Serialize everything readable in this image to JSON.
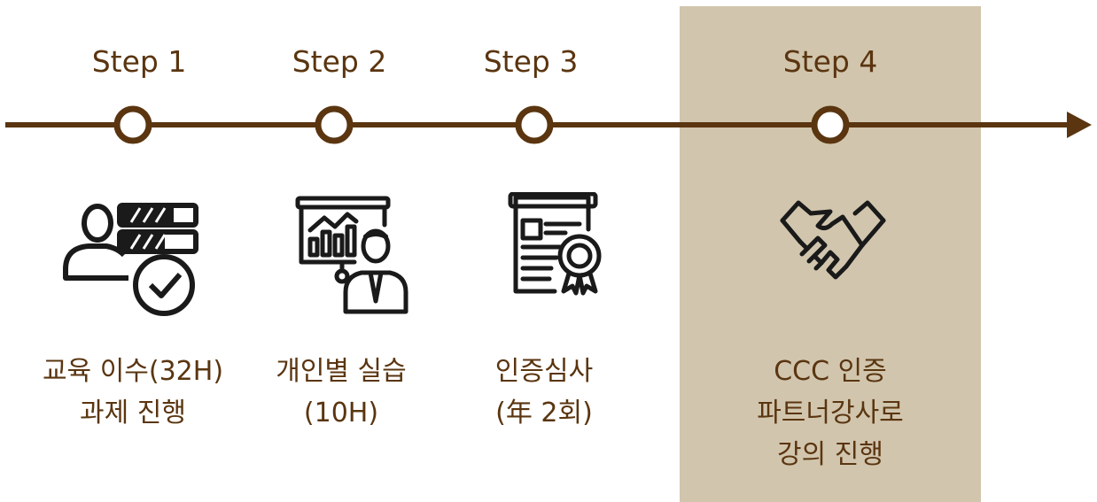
{
  "steps": [
    {
      "label": "Step 1",
      "icon": "training-checklist-icon",
      "desc_lines": [
        "교육 이수(32H)",
        "과제 진행"
      ]
    },
    {
      "label": "Step 2",
      "icon": "presentation-person-icon",
      "desc_lines": [
        "개인별 실습",
        "(10H)"
      ]
    },
    {
      "label": "Step 3",
      "icon": "certificate-document-icon",
      "desc_lines": [
        "인증심사",
        "(年 2회)"
      ]
    },
    {
      "label": "Step 4",
      "icon": "handshake-icon",
      "desc_lines": [
        "CCC 인증",
        "파트너강사로",
        "강의 진행"
      ]
    }
  ],
  "colors": {
    "line": "#5a3510",
    "highlight": "#d1c5ad",
    "icon": "#1a1a1a"
  }
}
